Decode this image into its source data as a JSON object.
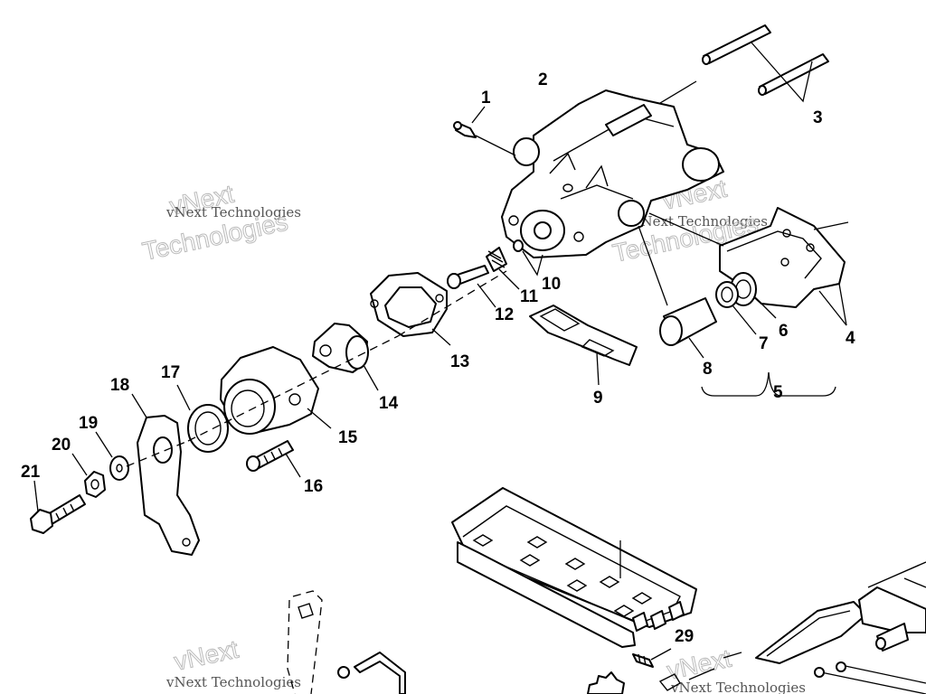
{
  "watermark": {
    "company": "vNext Technologies",
    "big_top": "vNext",
    "big_bottom": "Technologies"
  },
  "callouts": {
    "c1": "1",
    "c2": "2",
    "c3": "3",
    "c4": "4",
    "c5": "5",
    "c6": "6",
    "c7": "7",
    "c8": "8",
    "c9": "9",
    "c10": "10",
    "c11": "11",
    "c12": "12",
    "c13": "13",
    "c14": "14",
    "c15": "15",
    "c16": "16",
    "c17": "17",
    "c18": "18",
    "c19": "19",
    "c20": "20",
    "c21": "21",
    "c29": "29"
  }
}
